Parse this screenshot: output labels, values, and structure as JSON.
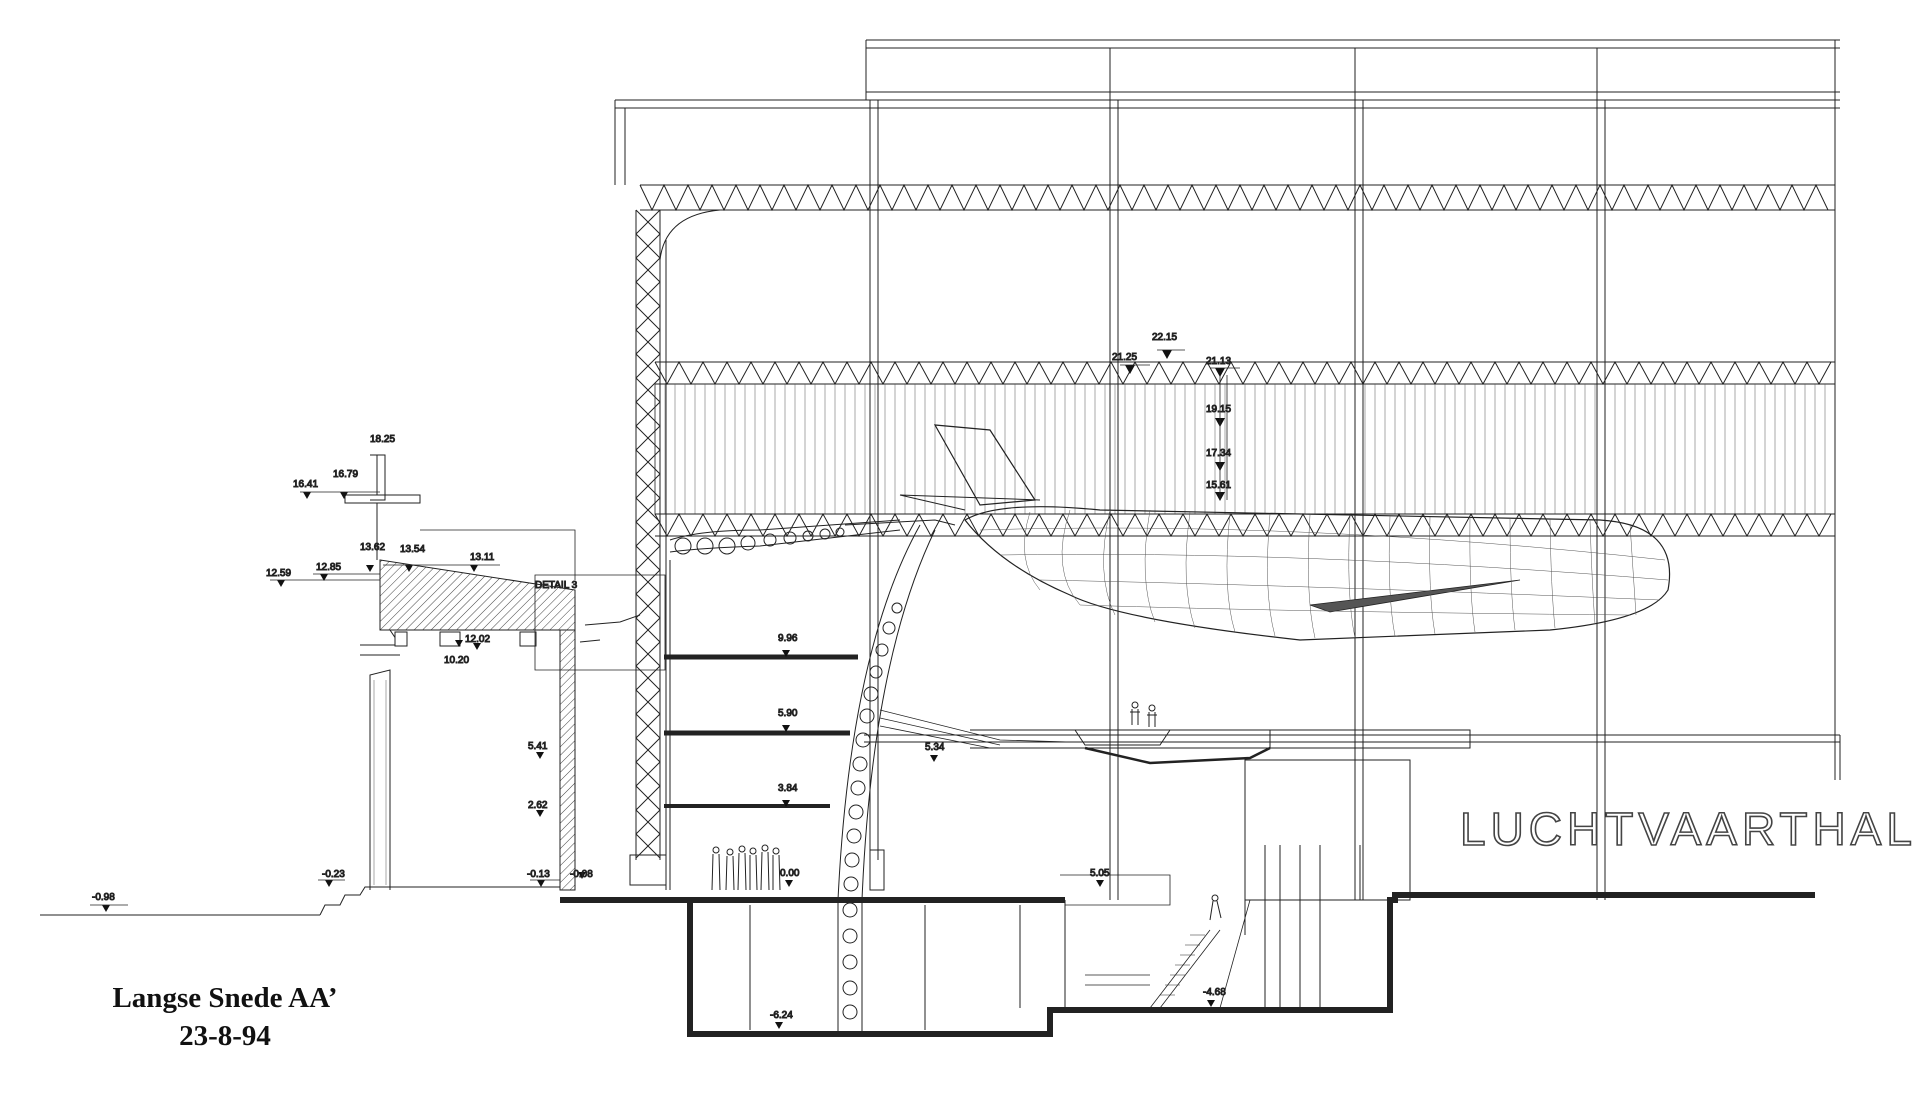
{
  "caption": {
    "title": "Langse Snede AA’",
    "date": "23-8-94"
  },
  "hall_label": "LUCHTVAARTHAL",
  "detail_label": "DETAIL 3",
  "levels": [
    "-0.98",
    "-0.23",
    "-0.13",
    "-0.08",
    "0.00",
    "2.62",
    "5.41",
    "10.20",
    "12.02",
    "12.59",
    "12.85",
    "13.62",
    "13.54",
    "13.11",
    "16.41",
    "16.79",
    "18.25",
    "9.96",
    "5.90",
    "3.84",
    "5.34",
    "21.25",
    "22.15",
    "21.13",
    "19.15",
    "17.34",
    "15.61",
    "5.05",
    "-4.68",
    "-6.24"
  ]
}
